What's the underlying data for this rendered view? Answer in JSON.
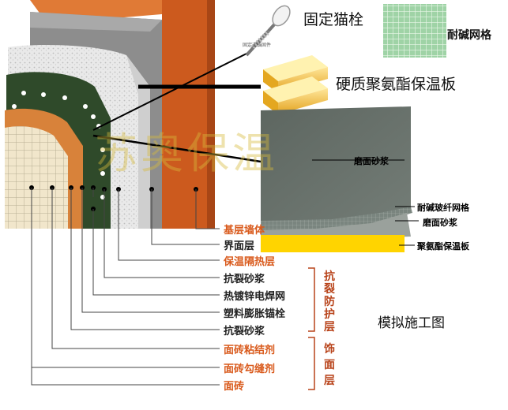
{
  "colors": {
    "wall_orange": "#cc5a1e",
    "concrete": "#8f8f8f",
    "insulation_dark": "#2f4a2a",
    "mortar_orange": "#d8823a",
    "tile": "#efe4c8",
    "legend_orange": "#d95a1c",
    "group_text": "#b8431a",
    "sample_yellow": "#ffd400"
  },
  "title": "模拟施工图",
  "watermark": "苏奥保温",
  "callouts": {
    "anchor": "固定猫栓",
    "mesh": "耐碱网格",
    "board": "硬质聚氨酯保温板",
    "board_tiny": "固定式锚固件"
  },
  "sample_labels": [
    "磨面砂浆",
    "耐碱玻纤网格",
    "磨面砂浆",
    "聚氨酯保温板"
  ],
  "legend": [
    {
      "text": "基层墙体",
      "color": "orange"
    },
    {
      "text": "界面层",
      "color": "dark"
    },
    {
      "text": "保温隔热层",
      "color": "orange"
    },
    {
      "text": "抗裂砂浆",
      "color": "dark"
    },
    {
      "text": "热镀锌电焊网",
      "color": "dark"
    },
    {
      "text": "塑料膨胀锚栓",
      "color": "dark"
    },
    {
      "text": "抗裂砂浆",
      "color": "dark"
    },
    {
      "text": "面砖粘结剂",
      "color": "orange"
    },
    {
      "text": "面砖勾缝剂",
      "color": "orange"
    },
    {
      "text": "面砖",
      "color": "orange"
    }
  ],
  "groups": {
    "crack": [
      "抗",
      "裂",
      "防",
      "护",
      "层"
    ],
    "finish": [
      "饰",
      "面",
      "层"
    ]
  }
}
